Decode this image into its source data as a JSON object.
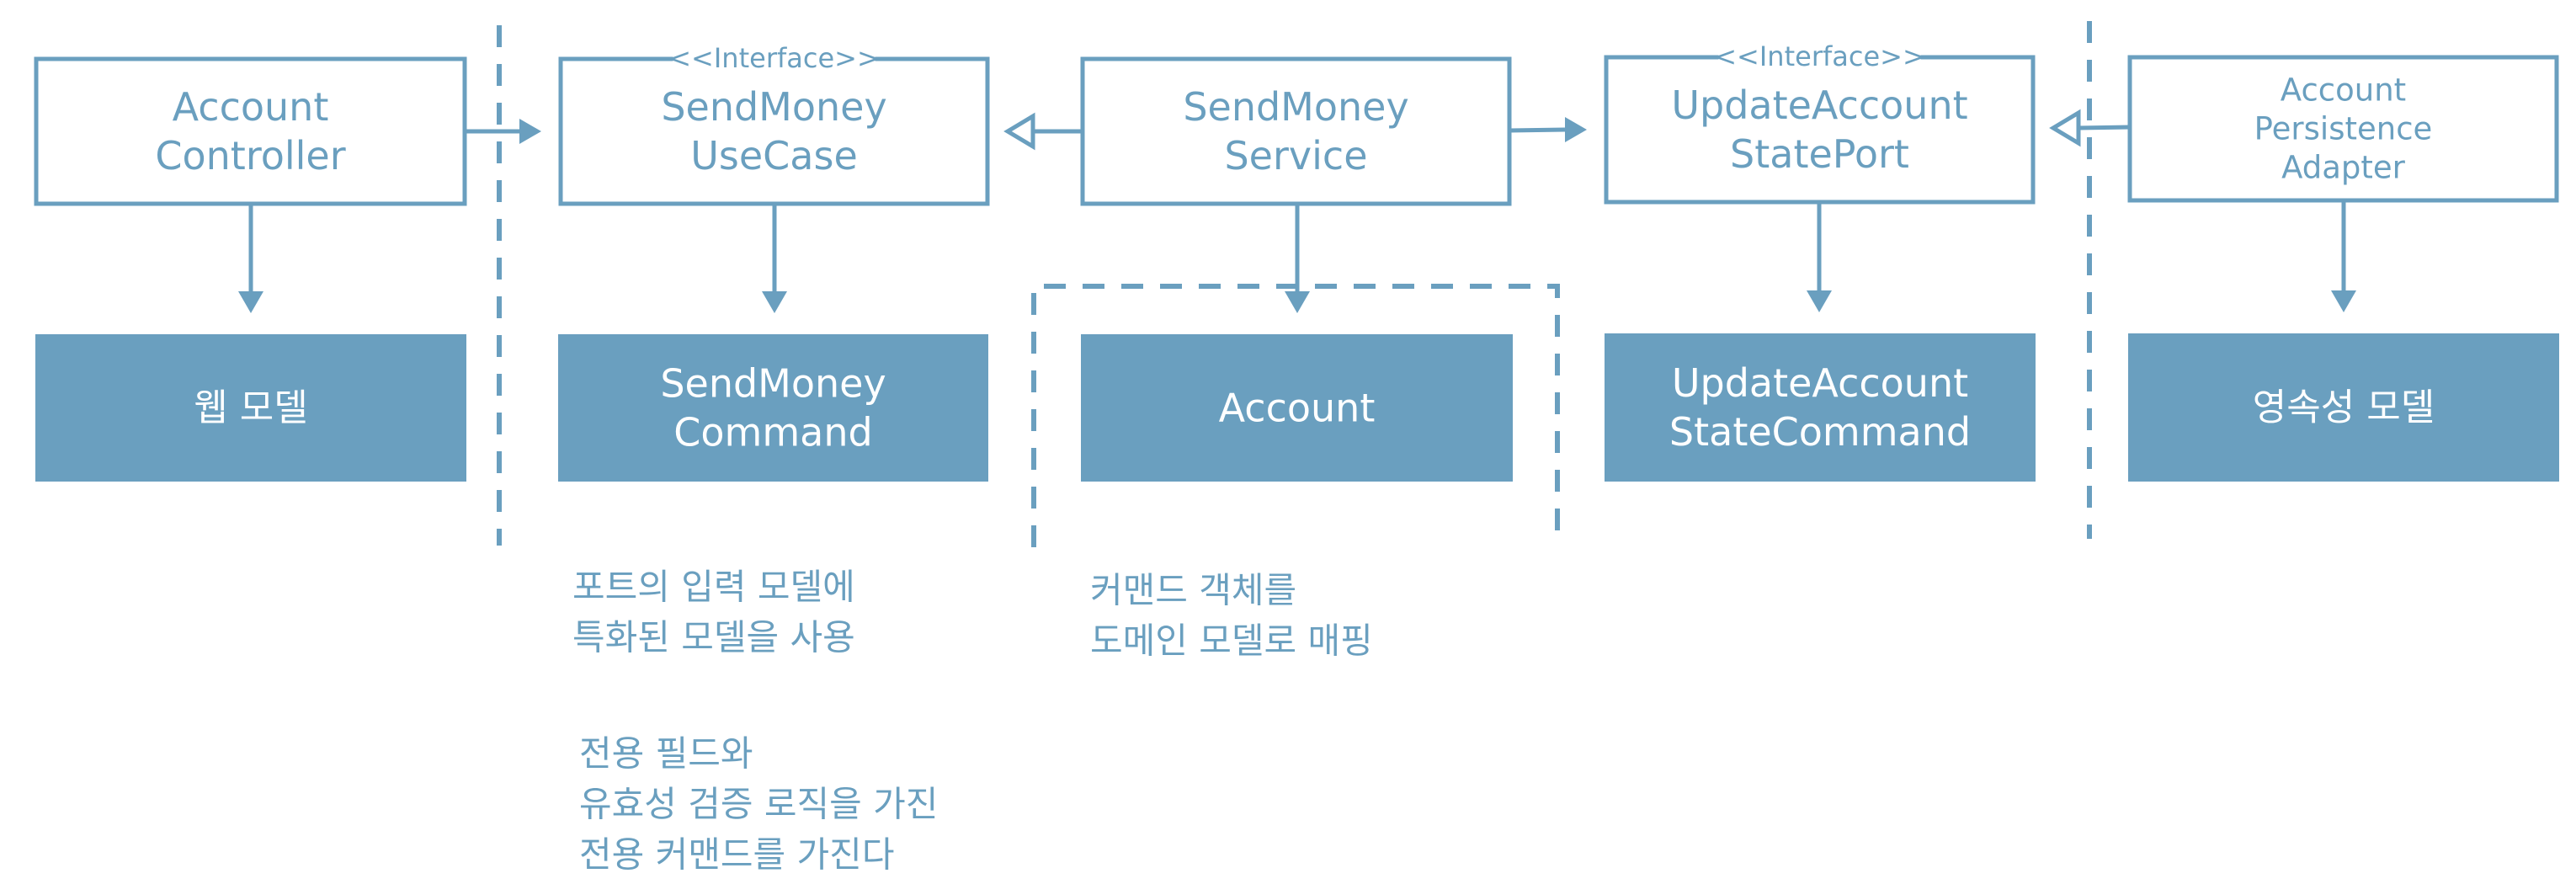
{
  "colors": {
    "primary": "#6a9fbf",
    "background": "#ffffff"
  },
  "nodes": [
    {
      "id": "account-controller",
      "lines": [
        "Account",
        "Controller"
      ],
      "style": "outline"
    },
    {
      "id": "send-money-use-case",
      "stereotype": "<<Interface>>",
      "lines": [
        "SendMoney",
        "UseCase"
      ],
      "style": "outline"
    },
    {
      "id": "send-money-service",
      "lines": [
        "SendMoney",
        "Service"
      ],
      "style": "outline"
    },
    {
      "id": "update-account-state-port",
      "stereotype": "<<Interface>>",
      "lines": [
        "UpdateAccount",
        "StatePort"
      ],
      "style": "outline"
    },
    {
      "id": "account-persistence-adapter",
      "lines": [
        "Account",
        "Persistence",
        "Adapter"
      ],
      "style": "outline"
    },
    {
      "id": "web-model",
      "lines": [
        "웹 모델"
      ],
      "style": "filled"
    },
    {
      "id": "send-money-command",
      "lines": [
        "SendMoney",
        "Command"
      ],
      "style": "filled"
    },
    {
      "id": "account",
      "lines": [
        "Account"
      ],
      "style": "filled"
    },
    {
      "id": "update-account-state-command",
      "lines": [
        "UpdateAccount",
        "StateCommand"
      ],
      "style": "filled"
    },
    {
      "id": "persistence-model",
      "lines": [
        "영속성 모델"
      ],
      "style": "filled"
    }
  ],
  "edges": [
    {
      "from": "account-controller",
      "to": "send-money-use-case",
      "kind": "uses"
    },
    {
      "from": "send-money-service",
      "to": "send-money-use-case",
      "kind": "implements"
    },
    {
      "from": "send-money-service",
      "to": "update-account-state-port",
      "kind": "uses"
    },
    {
      "from": "account-persistence-adapter",
      "to": "update-account-state-port",
      "kind": "implements"
    },
    {
      "from": "account-controller",
      "to": "web-model",
      "kind": "uses"
    },
    {
      "from": "send-money-use-case",
      "to": "send-money-command",
      "kind": "uses"
    },
    {
      "from": "send-money-service",
      "to": "account",
      "kind": "uses"
    },
    {
      "from": "update-account-state-port",
      "to": "update-account-state-command",
      "kind": "uses"
    },
    {
      "from": "account-persistence-adapter",
      "to": "persistence-model",
      "kind": "uses"
    }
  ],
  "notes": [
    {
      "id": "note-port-input-model",
      "lines": [
        "포트의 입력 모델에",
        "특화된 모델을 사용"
      ]
    },
    {
      "id": "note-command-mapping",
      "lines": [
        "커맨드 객체를",
        "도메인 모델로 매핑"
      ]
    },
    {
      "id": "note-dedicated-command",
      "lines": [
        "전용 필드와",
        "유효성 검증 로직을 가진",
        "전용 커맨드를 가진다"
      ]
    }
  ]
}
